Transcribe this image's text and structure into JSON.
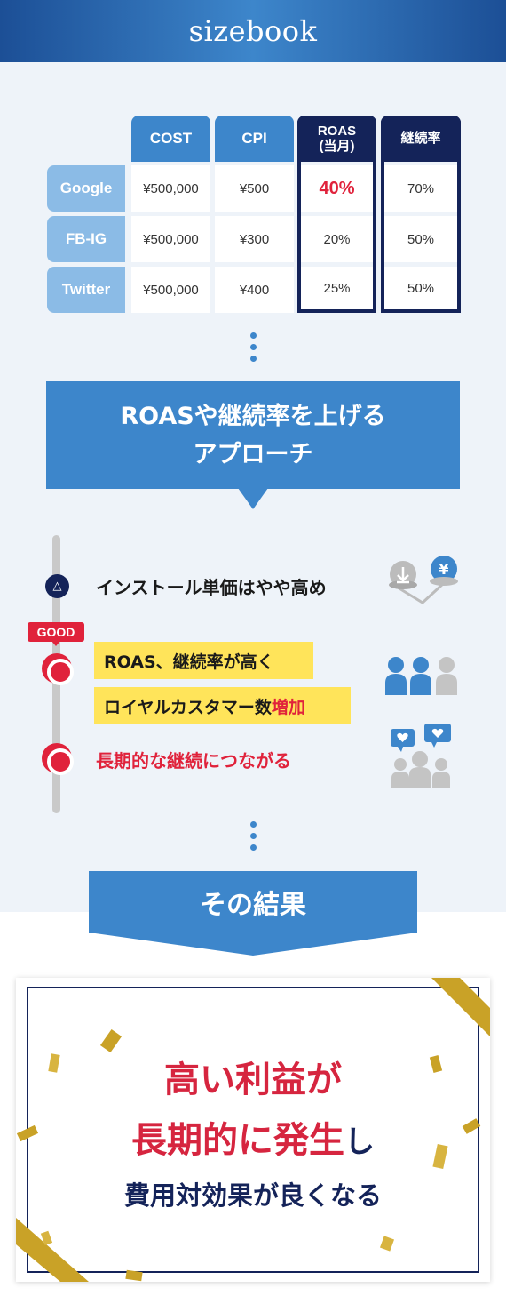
{
  "header": {
    "brand": "sizebook"
  },
  "table": {
    "columns": [
      "COST",
      "CPI",
      "ROAS\n(当月)",
      "継続率"
    ],
    "rows": [
      {
        "label": "Google",
        "cost": "¥500,000",
        "cpi": "¥500",
        "roas": "40%",
        "retention": "70%"
      },
      {
        "label": "FB-IG",
        "cost": "¥500,000",
        "cpi": "¥300",
        "roas": "20%",
        "retention": "50%"
      },
      {
        "label": "Twitter",
        "cost": "¥500,000",
        "cpi": "¥400",
        "roas": "25%",
        "retention": "50%"
      }
    ]
  },
  "approach": {
    "line1": "ROASや継続率を上げる",
    "line2": "アプローチ"
  },
  "steps": {
    "step1": "インストール単価はやや高め",
    "good_badge": "GOOD",
    "step2a": "ROAS、継続率が高く",
    "step2b_main": "ロイヤルカスタマー数",
    "step2b_red": "増加",
    "step3": "長期的な継続につながる",
    "yen_symbol": "¥"
  },
  "result": {
    "heading": "その結果",
    "line1": "高い利益が",
    "line2_red": "長期的に発生",
    "line2_navy": "し",
    "line3": "費用対効果が良くなる"
  },
  "colors": {
    "primary_blue": "#3d86cb",
    "navy": "#142359",
    "accent_red": "#e0223b",
    "highlight_yellow": "#ffe45a",
    "gold": "#c9a227"
  },
  "icons": [
    "download-coin-icon",
    "yen-coin-icon",
    "people-group-icon",
    "chat-heart-people-icon",
    "confetti-icon",
    "gold-ribbon-icon"
  ]
}
